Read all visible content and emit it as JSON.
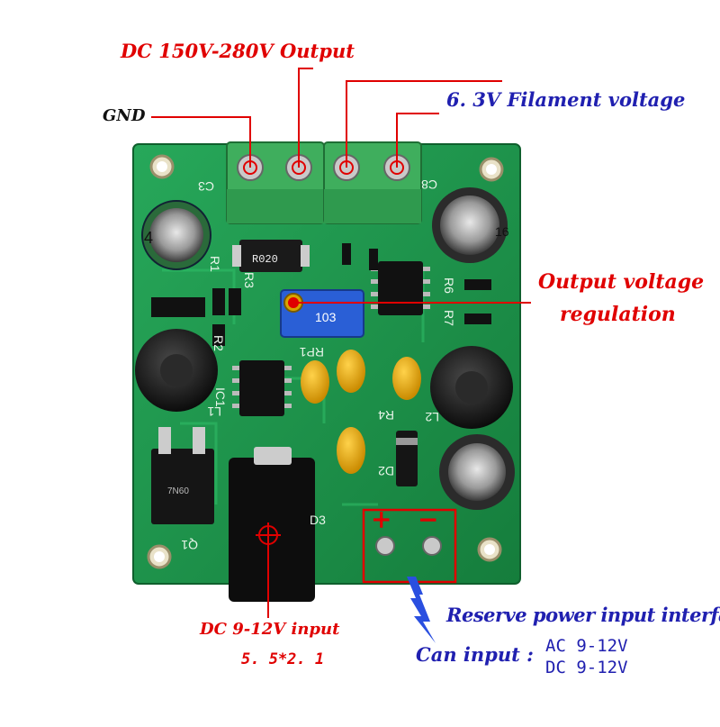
{
  "labels": {
    "dc_output": "DC 150V-280V Output",
    "gnd": "GND",
    "filament": "6. 3V Filament voltage",
    "output_regulation_1": "Output voltage",
    "output_regulation_2": "regulation",
    "dc_input": "DC 9-12V input",
    "dc_input_size": "5. 5*2. 1",
    "reserve": "Reserve power input interface",
    "can_input": "Can input :",
    "ac_range": "AC 9-12V",
    "dc_range": "DC 9-12V",
    "plus": "+",
    "minus": "−"
  },
  "silkscreen": {
    "r020": "R020",
    "q1": "Q1",
    "d3": "D3",
    "d2": "D2",
    "r4": "R4",
    "l2": "L2",
    "ic1": "IC1",
    "l1": "L1",
    "r1": "R1",
    "r2": "R2",
    "r3": "R3",
    "r6": "R6",
    "r7": "R7",
    "c3": "C3",
    "c8": "C8",
    "rp1": "RP1",
    "cap_top_left": "4",
    "cap_top_right": "16",
    "transistor": "7N60",
    "pot": "103"
  },
  "colors": {
    "pcb": "#1f9a4f",
    "pcb_dark": "#137a3a",
    "terminal": "#3fae5d",
    "callout": "#e00000",
    "blue_text": "#2020b0"
  }
}
